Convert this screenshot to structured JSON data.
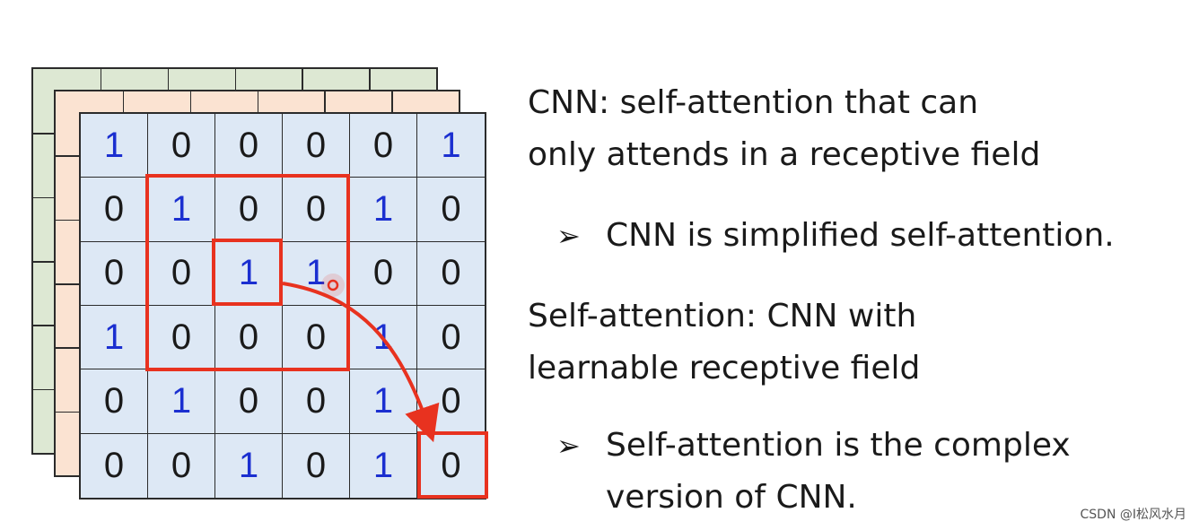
{
  "matrix": [
    [
      "1",
      "0",
      "0",
      "0",
      "0",
      "1"
    ],
    [
      "0",
      "1",
      "0",
      "0",
      "1",
      "0"
    ],
    [
      "0",
      "0",
      "1",
      "1",
      "0",
      "0"
    ],
    [
      "1",
      "0",
      "0",
      "0",
      "1",
      "0"
    ],
    [
      "0",
      "1",
      "0",
      "0",
      "1",
      "0"
    ],
    [
      "0",
      "0",
      "1",
      "0",
      "1",
      "0"
    ]
  ],
  "text": {
    "cnn_line1": "CNN: self-attention that can",
    "cnn_line2": "only attends in a receptive field",
    "cnn_bullet": "CNN is simplified self-attention.",
    "sa_line1": "Self-attention: CNN with",
    "sa_line2": "learnable receptive field",
    "sa_bullet_line1": "Self-attention is the complex",
    "sa_bullet_line2": "version of CNN."
  },
  "bullet_glyph": "➢",
  "watermark": "CSDN @I松风水月",
  "colors": {
    "one": "#1b2fd0",
    "zero": "#1a1a1a",
    "highlight": "#e8321f",
    "front_layer": "#dde8f5",
    "middle_layer": "#fbe3d2",
    "back_layer": "#dde8d3"
  }
}
